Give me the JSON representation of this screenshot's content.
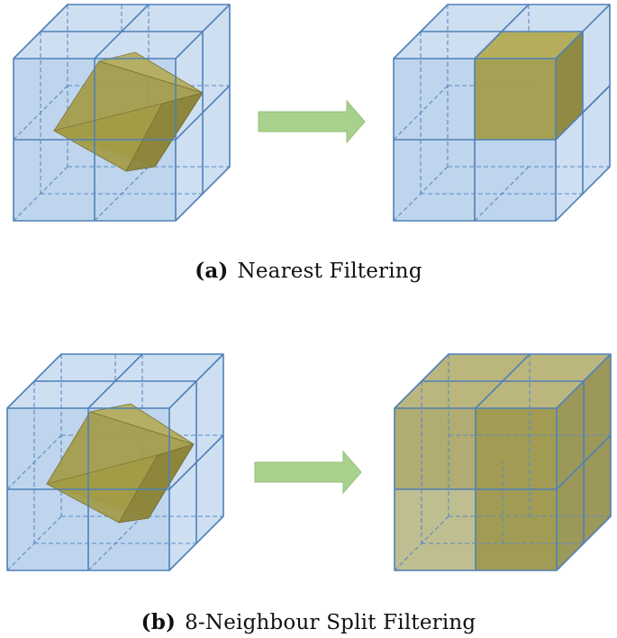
{
  "colors": {
    "cell_fill": "#bcd3ec",
    "cell_edge": "#4a7db5",
    "object_fill": "#a39b46",
    "object_edge": "#6f6a32",
    "arrow_fill": "#a9d18e",
    "arrow_edge": "#8fbb74"
  },
  "panel_a": {
    "caption_tag": "(a)",
    "caption_text": "Nearest Filtering"
  },
  "panel_b": {
    "caption_tag": "(b)",
    "caption_text": "8-Neighbour Split Filtering"
  }
}
